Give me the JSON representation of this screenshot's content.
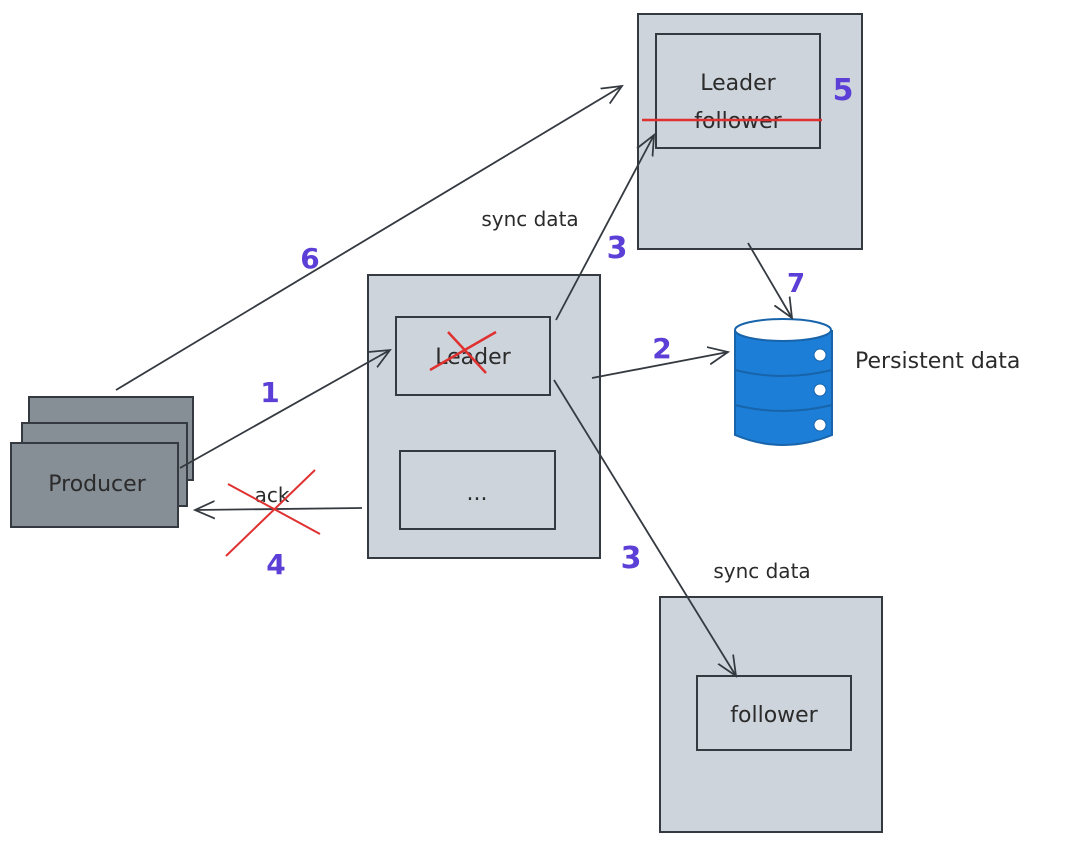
{
  "diagram": {
    "title": "",
    "colors": {
      "box_fill": "#ced4dc",
      "producer_fill": "#868e96",
      "stroke": "#343a40",
      "step_number": "#5b3fd6",
      "strike": "#e03131",
      "db_fill": "#1c7ed6"
    },
    "nodes": {
      "producer": {
        "label": "Producer"
      },
      "broker_top": {
        "inner_label_new": "Leader",
        "inner_label_old": "follower",
        "struck_label": "follower"
      },
      "broker_mid": {
        "leader_label": "Leader",
        "leader_struck": true,
        "other_label": "..."
      },
      "broker_bottom": {
        "inner_label": "follower"
      },
      "database": {
        "label": "Persistent data",
        "icon": "database-icon"
      }
    },
    "edges": [
      {
        "id": "e1",
        "from": "producer",
        "to": "broker_mid.leader",
        "step": "1",
        "label": ""
      },
      {
        "id": "e2",
        "from": "broker_mid",
        "to": "database",
        "step": "2",
        "label": ""
      },
      {
        "id": "e3a",
        "from": "broker_mid.leader",
        "to": "broker_top.inner",
        "step": "3",
        "label": "sync data"
      },
      {
        "id": "e3b",
        "from": "broker_mid.leader",
        "to": "broker_bottom.follower",
        "step": "3",
        "label": "sync data"
      },
      {
        "id": "e4",
        "from": "broker_mid",
        "to": "producer",
        "step": "4",
        "label": "ack",
        "struck": true
      },
      {
        "id": "e6",
        "from": "producer",
        "to": "broker_top.inner",
        "step": "6",
        "label": ""
      },
      {
        "id": "e7",
        "from": "broker_top",
        "to": "database",
        "step": "7",
        "label": ""
      }
    ],
    "step_labels": {
      "s1": "1",
      "s2": "2",
      "s3a": "3",
      "s3b": "3",
      "s4": "4",
      "s5": "5",
      "s6": "6",
      "s7": "7"
    }
  }
}
